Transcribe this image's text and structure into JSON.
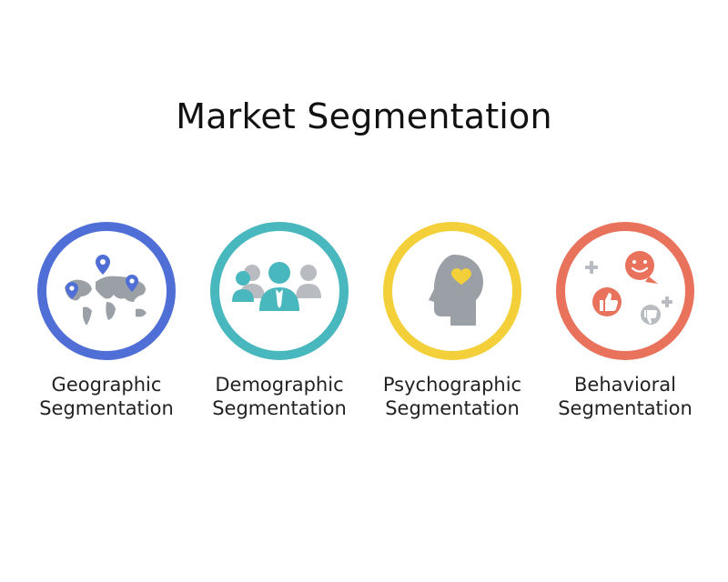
{
  "title": "Market Segmentation",
  "segments": [
    {
      "line1": "Geographic",
      "line2": "Segmentation",
      "icon": "world-map-pins-icon",
      "color": "#4f6fd6"
    },
    {
      "line1": "Demographic",
      "line2": "Segmentation",
      "icon": "people-group-icon",
      "color": "#49b7be"
    },
    {
      "line1": "Psychographic",
      "line2": "Segmentation",
      "icon": "head-heart-icon",
      "color": "#f3cf3a"
    },
    {
      "line1": "Behavioral",
      "line2": "Segmentation",
      "icon": "reactions-icon",
      "color": "#e8725c"
    }
  ]
}
